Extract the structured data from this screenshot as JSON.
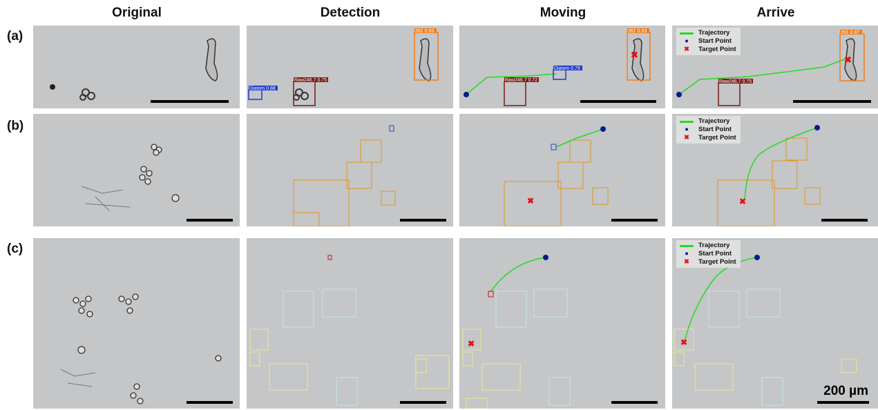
{
  "columns": [
    "Original",
    "Detection",
    "Moving",
    "Arrive"
  ],
  "rows": [
    "(a)",
    "(b)",
    "(c)"
  ],
  "legend": {
    "trajectory": "Trajectory",
    "start": "Start Point",
    "target": "Target Point"
  },
  "colors": {
    "trajectory": "#22dd22",
    "start": "#0a1a8c",
    "target": "#e81010",
    "diatom": "#1a3ad0",
    "raw": "#7a1a10",
    "cell261": "#f07d1a"
  },
  "labels_a": {
    "detection": {
      "diatom": "Diatom 0.88",
      "raw": "Raw246.7 0.75",
      "cell": "261 0.83"
    },
    "moving": {
      "diatom": "Diatom 0.79",
      "raw": "Raw246.7 0.72",
      "cell": "261 0.83"
    },
    "arrive": {
      "raw": "Raw246.7 0.75",
      "cell": "261 0.87"
    }
  },
  "scale_bar": "200 µm"
}
